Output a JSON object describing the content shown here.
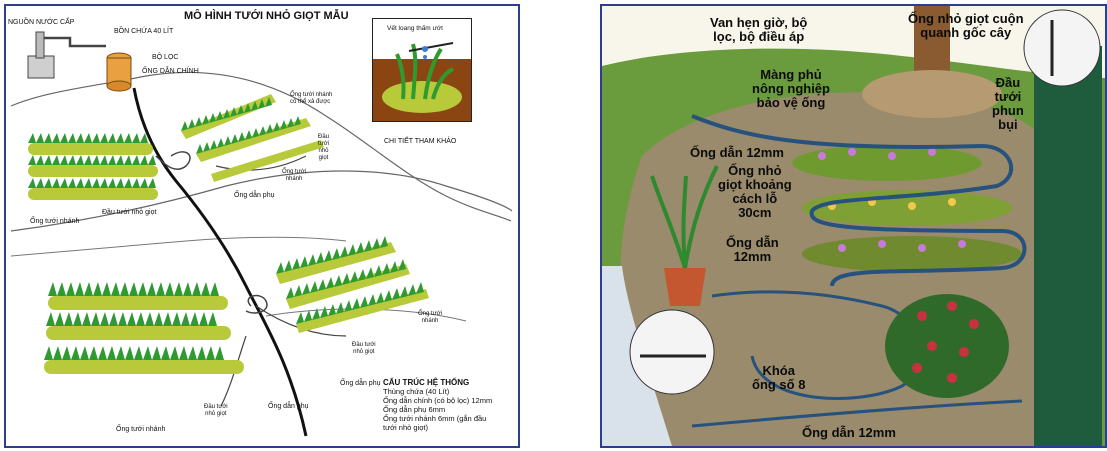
{
  "left": {
    "title": "MÔ HÌNH TƯỚI NHỎ GIỌT MẪU",
    "labels": {
      "water_source": "NGUỒN NƯỚC CẤP",
      "tank": "BỒN CHỨA 40 LÍT",
      "filter": "BỘ LỌC",
      "main_pipe": "ỐNG DẪN CHÍNH",
      "detail_box_caption": "Vết loang thấm ướt",
      "detail_ref": "CHI TIẾT THAM KHẢO",
      "branch_drain_1": "Ống tưới nhánh",
      "branch_drain_2": "có thể xả được",
      "dripper_a1": "Đầu",
      "dripper_a2": "tưới",
      "dripper_a3": "nhỏ",
      "dripper_a4": "giọt",
      "branch_mid_1": "Ống tưới",
      "branch_mid_2": "nhánh",
      "sub_pipe_top": "Ống dẫn phụ",
      "branch_left": "Ống tưới nhánh",
      "dripper_left": "Đầu tưới nhỏ giọt",
      "branch_right_1": "Ống tưới",
      "branch_right_2": "nhánh",
      "dripper_right_1": "Đầu tưới",
      "dripper_right_2": "nhỏ giọt",
      "sub_pipe_right": "Ống dẫn phụ",
      "dripper_bottom_1": "Đầu tưới",
      "dripper_bottom_2": "nhỏ giọt",
      "sub_pipe_bottom": "Ống dẫn phụ",
      "branch_bottom": "Ống tưới nhánh"
    },
    "structure": {
      "heading": "CẤU TRÚC HỆ THỐNG",
      "lines": [
        "Thùng chứa (40 Lít)",
        "Ống dẫn chính (có bộ lọc) 12mm",
        "Ống dẫn phụ 6mm",
        "Ống tưới nhánh 6mm (gắn đầu",
        "tưới nhỏ giọt)"
      ]
    }
  },
  "right": {
    "labels": {
      "timer_1": "Van hẹn giờ, bộ",
      "timer_2": "lọc, bộ điều áp",
      "coil_1": "Ống nhỏ giọt cuộn",
      "coil_2": "quanh gốc cây",
      "mulch_1": "Màng phủ",
      "mulch_2": "nông nghiệp",
      "mulch_3": "bảo vệ ống",
      "spray_1": "Đầu",
      "spray_2": "tưới",
      "spray_3": "phun",
      "spray_4": "bụi",
      "pipe12_top": "Ống dẫn 12mm",
      "drip_1": "Ống nhỏ",
      "drip_2": "giọt khoảng",
      "drip_3": "cách lỗ",
      "drip_4": "30cm",
      "pipe12_mid_1": "Ống dẫn",
      "pipe12_mid_2": "12mm",
      "lock_1": "Khóa",
      "lock_2": "ống số 8",
      "pipe12_bottom": "Ống dẫn 12mm"
    }
  }
}
